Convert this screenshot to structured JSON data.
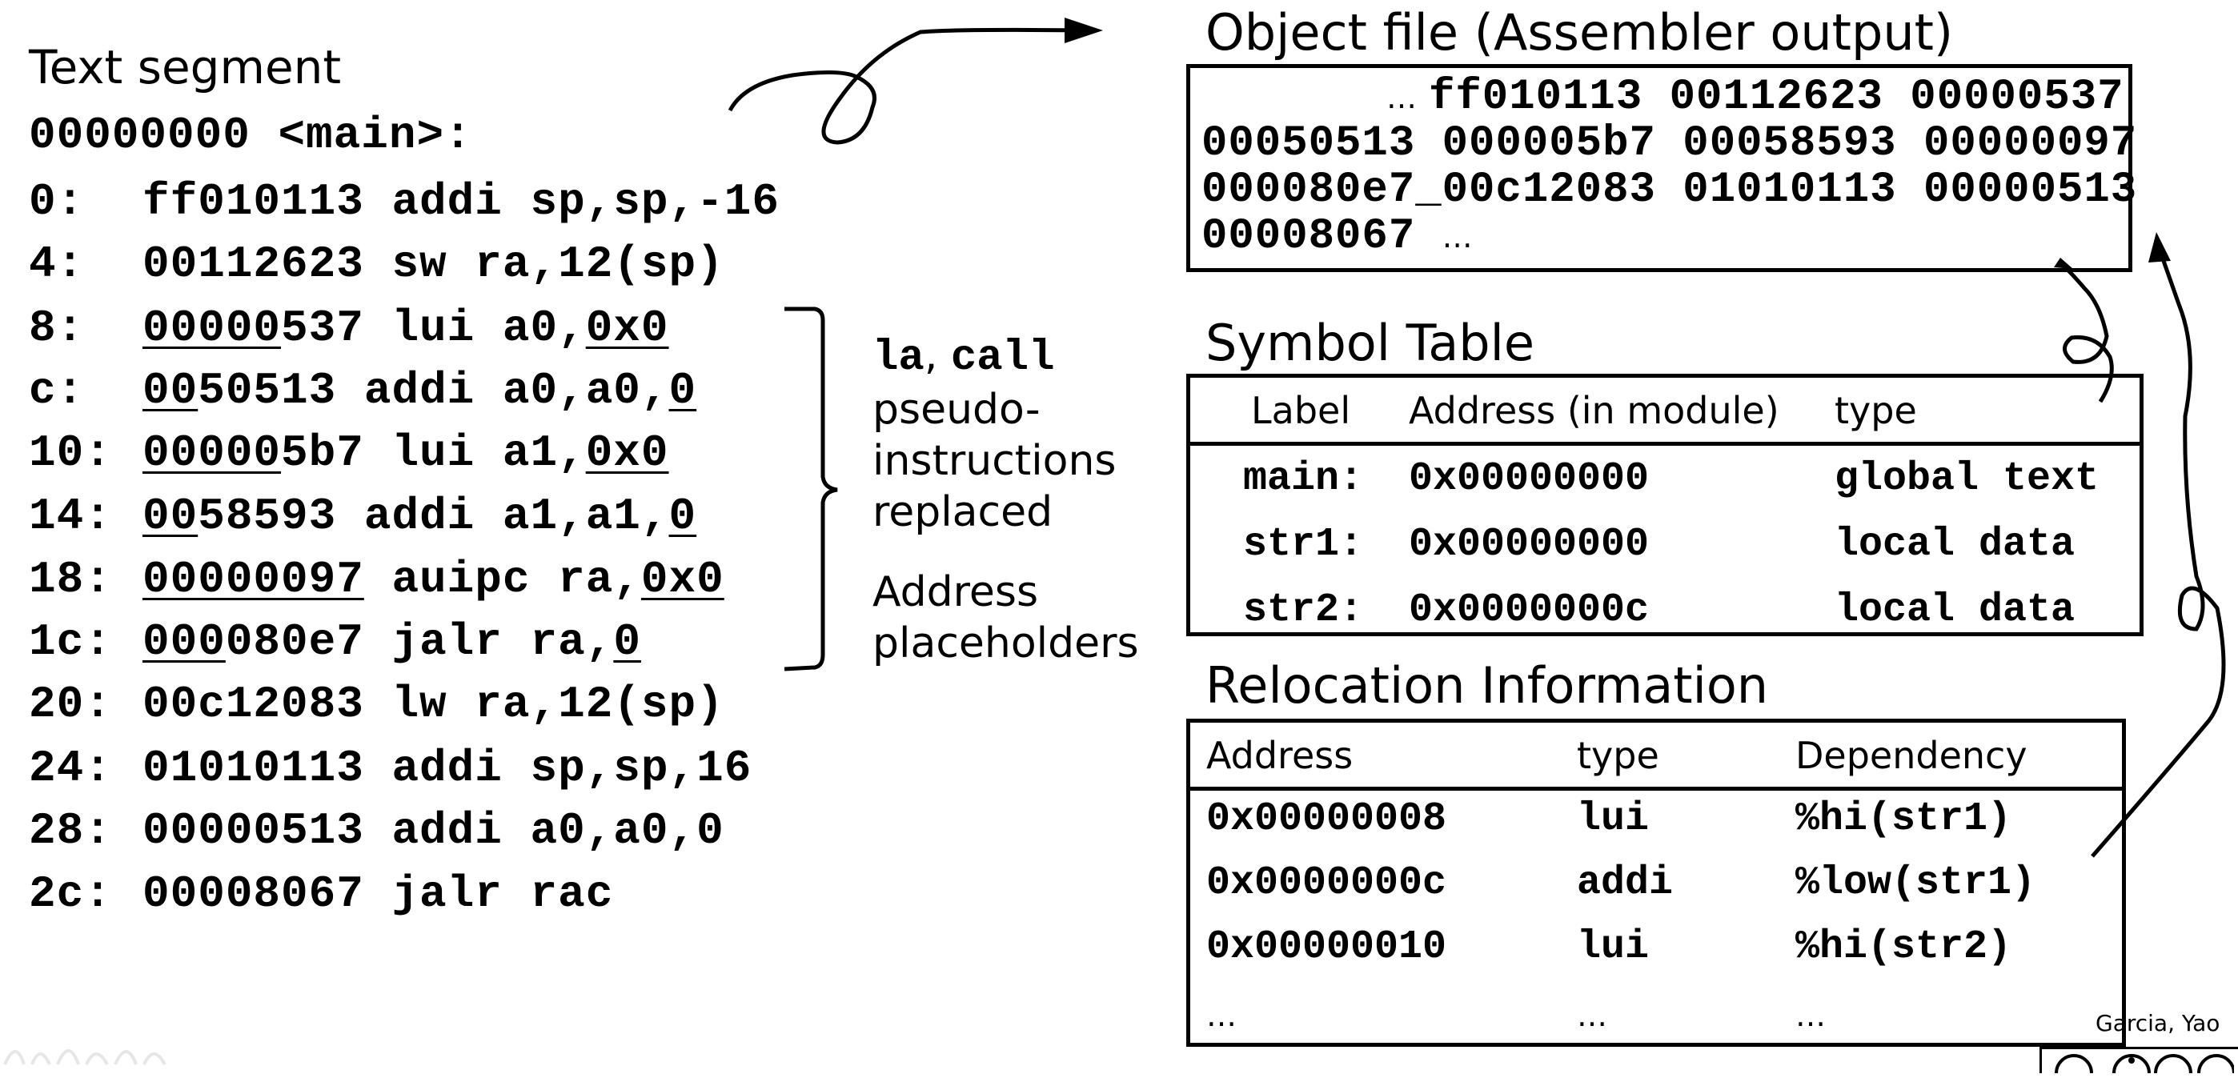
{
  "text_segment": {
    "title": "Text segment",
    "main_label": "00000000 <main>:",
    "lines": [
      {
        "addr": "0:",
        "pre_u": "",
        "u": "",
        "code_rest": "ff010113 addi sp,sp,-16",
        "arg_u": "",
        "post": ""
      },
      {
        "addr": "4:",
        "pre_u": "",
        "u": "",
        "code_rest": "00112623 sw ra,12(sp)",
        "arg_u": "",
        "post": ""
      },
      {
        "addr": "8:",
        "u": "00000",
        "code_rest": "537 lui a0,",
        "arg_u": "0x0",
        "post": ""
      },
      {
        "addr": "c:",
        "u": "00",
        "code_rest": "50513 addi a0,a0,",
        "arg_u": "0",
        "post": ""
      },
      {
        "addr": "10:",
        "u": "00000",
        "code_rest": "5b7 lui a1,",
        "arg_u": "0x0",
        "post": ""
      },
      {
        "addr": "14:",
        "u": "00",
        "code_rest": "58593 addi a1,a1,",
        "arg_u": "0",
        "post": ""
      },
      {
        "addr": "18:",
        "u": "00000097",
        "code_rest": " auipc ra,",
        "arg_u": "0x0",
        "post": ""
      },
      {
        "addr": "1c:",
        "u": "000",
        "code_rest": "080e7 jalr ra,",
        "arg_u": "0",
        "post": ""
      },
      {
        "addr": "20:",
        "u": "",
        "code_rest": "00c12083 lw ra,12(sp)",
        "arg_u": "",
        "post": ""
      },
      {
        "addr": "24:",
        "u": "",
        "code_rest": "01010113 addi sp,sp,16",
        "arg_u": "",
        "post": ""
      },
      {
        "addr": "28:",
        "u": "",
        "code_rest": "00000513 addi a0,a0,0",
        "arg_u": "",
        "post": ""
      },
      {
        "addr": "2c:",
        "u": "",
        "code_rest": "00008067 jalr rac",
        "arg_u": "",
        "post": ""
      }
    ]
  },
  "annotation": {
    "pseudo_code_1": "la",
    "pseudo_sep": ", ",
    "pseudo_code_2": "call",
    "pseudo_line_2": "pseudo-",
    "pseudo_line_3": "instructions",
    "pseudo_line_4": "replaced",
    "address_line_1": "Address",
    "address_line_2": "placeholders"
  },
  "object_file": {
    "title": "Object file (Assembler output)",
    "line_1_ellipsis": "…",
    "line_1": "ff010113 00112623 00000537",
    "line_2": "00050513 000005b7 00058593 00000097",
    "line_3": "000080e7_00c12083 01010113 00000513",
    "line_4": "00008067",
    "line_4_ellipsis": "…"
  },
  "symbol_table": {
    "title": "Symbol Table",
    "headers": {
      "label": "Label",
      "address": "Address (in module)",
      "type": "type"
    },
    "rows": [
      {
        "label": "main:",
        "address": "0x00000000",
        "type": "global text"
      },
      {
        "label": "str1:",
        "address": "0x00000000",
        "type": "local data"
      },
      {
        "label": "str2:",
        "address": "0x0000000c",
        "type": "local data"
      }
    ]
  },
  "relocation": {
    "title": "Relocation Information",
    "headers": {
      "address": "Address",
      "type": "type",
      "dependency": "Dependency"
    },
    "rows": [
      {
        "address": "0x00000008",
        "type": "lui",
        "dependency": "%hi(str1)"
      },
      {
        "address": "0x0000000c",
        "type": "addi",
        "dependency": "%low(str1)"
      },
      {
        "address": "0x00000010",
        "type": "lui",
        "dependency": "%hi(str2)"
      }
    ],
    "ellipsis_row": {
      "address": "…",
      "type": "…",
      "dependency": "…"
    }
  },
  "footer": {
    "credit": "Garcia, Yao"
  },
  "colors": {
    "ink": "#000000",
    "watermark": "#e6e6e6"
  }
}
